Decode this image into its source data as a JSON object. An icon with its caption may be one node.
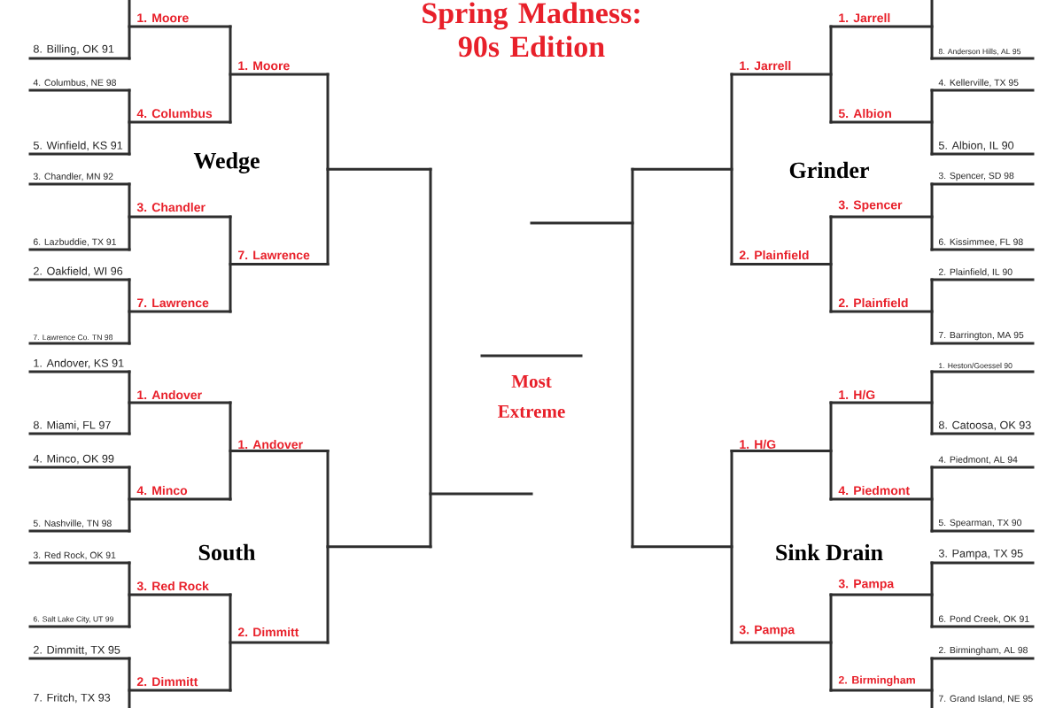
{
  "diagram": {
    "title": "Spring Madness: 90s Edition",
    "labels": [
      "1. Moore",
      "8. Billing, OK 91",
      "1. Moore",
      "4. Columbus, NE 98",
      "4. Columbus",
      "5. Winfield, KS 91",
      "Wedge",
      "3. Chandler, MN 92",
      "3. Chandler",
      "7. Lawrence",
      "6. Lazbuddie, TX 91",
      "2. Oakfield, WI 96",
      "7. Lawrence",
      "7. Lawrence Co. TN 98",
      "1. Andover, KS 91",
      "1. Andover",
      "8. Miami, FL 97",
      "1. Andover",
      "4. Minco, OK 99",
      "4. Minco",
      "5. Nashville, TN 98",
      "South",
      "3. Red Rock, OK 91",
      "3. Red Rock",
      "6. Salt Lake City, UT 99",
      "2. Dimmitt",
      "2. Dimmitt, TX 95",
      "2. Dimmitt",
      "7. Fritch, TX 93",
      "1. Jarrell",
      "1. Jarrell",
      "8. Anderson Hills, AL 95",
      "4. Kellerville, TX 95",
      "5. Albion",
      "5. Albion, IL 90",
      "Grinder",
      "3. Spencer, SD 98",
      "3. Spencer",
      "6. Kissimmee, FL 98",
      "2. Plainfield",
      "2. Plainfield, IL 90",
      "2. Plainfield",
      "7. Barrington, MA 95",
      "Most Extreme",
      "1. Heston/Goessel 90",
      "1. H/G",
      "1. H/G",
      "8. Catoosa, OK 93",
      "4. Piedmont, AL 94",
      "4. Piedmont",
      "5. Spearman, TX 90",
      "Sink Drain",
      "3. Pampa, TX 95",
      "3. Pampa",
      "6. Pond Creek, OK 91",
      "3. Pampa",
      "2. Birmingham, AL 98",
      "2. Birmingham",
      "7. Grand Island, NE 95"
    ]
  }
}
